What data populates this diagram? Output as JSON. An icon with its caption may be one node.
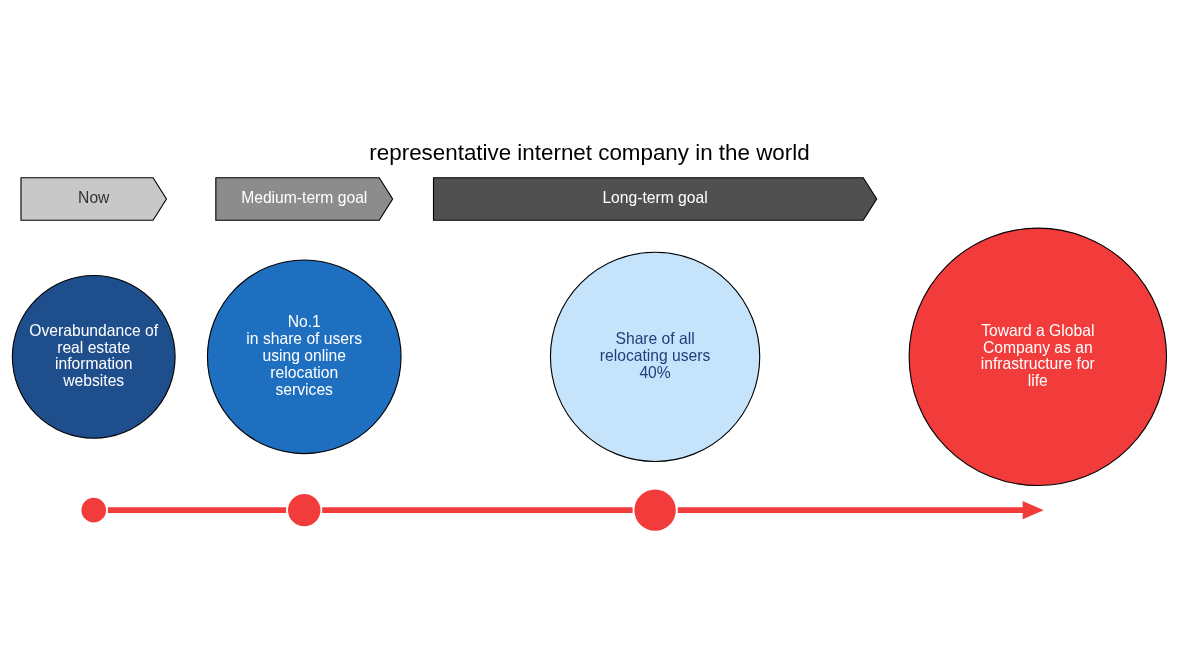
{
  "diagram": {
    "title": "representative internet company in the world",
    "nodes": [
      {
        "text": [
          "Overabundance of real estate information websites"
        ]
      },
      {
        "text": [
          "No.1",
          "in share of users using online relocation services"
        ]
      },
      {
        "text": [
          "Share of all relocating users",
          "40%"
        ]
      },
      {
        "text": [
          "Toward a Global Company as an infrastructure for life"
        ]
      },
      {
        "text": [],
        "shape": "circle"
      },
      {
        "text": [],
        "shape": "circle"
      },
      {
        "text": [],
        "shape": "circle"
      },
      {
        "text": [
          "Now"
        ]
      },
      {
        "text": [
          "Medium-term goal"
        ]
      },
      {
        "text": [
          "Long-term goal"
        ]
      }
    ],
    "edges": [
      {
        "from": 4,
        "to": 5,
        "arrow": "none"
      },
      {
        "from": 5,
        "to": 6,
        "arrow": "none"
      },
      {
        "from": 6,
        "to": null,
        "arrow": "to"
      }
    ]
  }
}
